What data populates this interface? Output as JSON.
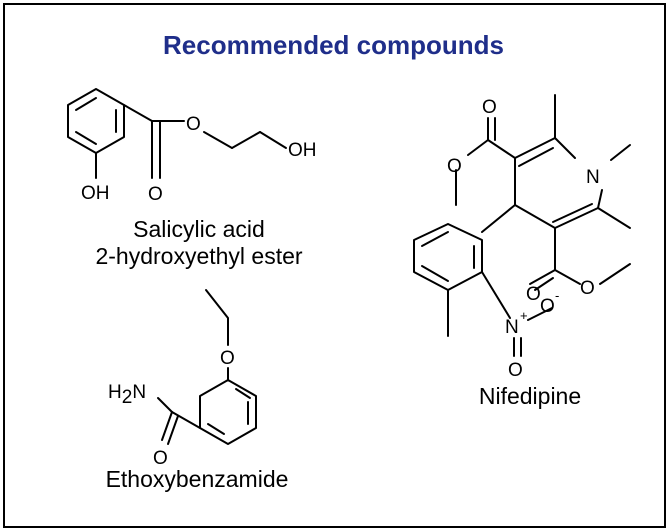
{
  "title": "Recommended compounds",
  "colors": {
    "title": "#1f2e8a",
    "border": "#000000",
    "bond": "#000000"
  },
  "compounds": [
    {
      "name_line1": "Salicylic acid",
      "name_line2": "2-hydroxyethyl ester"
    },
    {
      "name_line1": "Ethoxybenzamide"
    },
    {
      "name_line1": "Nifedipine"
    }
  ],
  "atoms": {
    "c1_oh_bottom": "OH",
    "c1_o_ester": "O",
    "c1_o_carbonyl": "O",
    "c1_oh_end": "OH",
    "c2_o_ether": "O",
    "c2_h2n": "H2N",
    "c2_o_amide": "O",
    "c3_o_top": "O",
    "c3_o_top_ester": "O",
    "c3_n_ring": "N",
    "c3_o_lower": "O",
    "c3_o_lower_ester": "O",
    "c3_n_nitro": "N",
    "c3_plus": "+",
    "c3_o_nitro1": "O",
    "c3_minus": "-",
    "c3_o_nitro2": "O"
  }
}
